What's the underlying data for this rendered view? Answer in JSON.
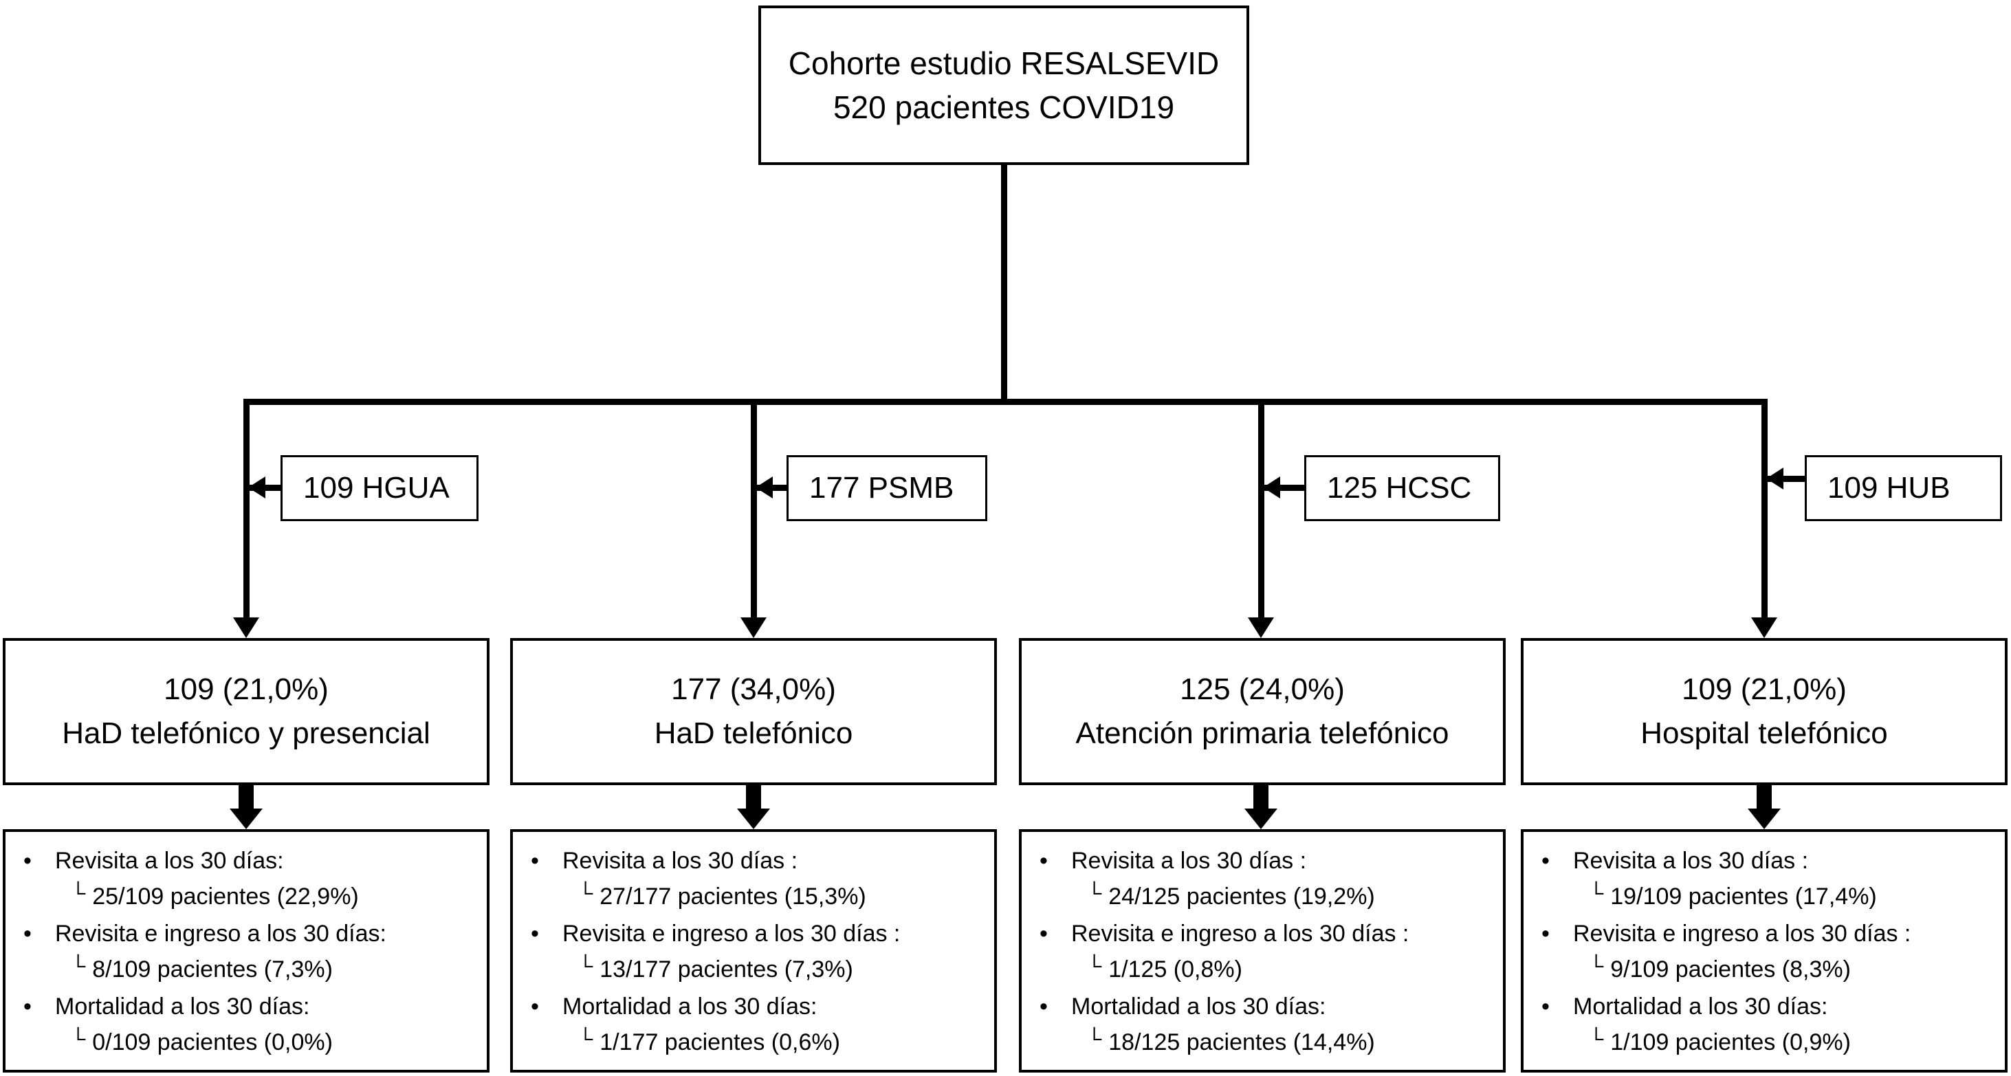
{
  "title_box": {
    "line1": "Cohorte estudio RESALSEVID",
    "line2": "520 pacientes COVID19"
  },
  "glyphs": {
    "bullet": "•",
    "sub_marker": "└"
  },
  "branches": [
    {
      "site_label": "109 HGUA",
      "allocation": {
        "count": "109 (21,0%)",
        "name": "HaD telefónico y presencial"
      },
      "outcomes": [
        {
          "label": "Revisita a los 30 días:",
          "value": "25/109 pacientes (22,9%)"
        },
        {
          "label": "Revisita e ingreso a los 30 días:",
          "value": "8/109 pacientes (7,3%)"
        },
        {
          "label": "Mortalidad a los 30 días:",
          "value": "0/109 pacientes (0,0%)"
        }
      ]
    },
    {
      "site_label": "177 PSMB",
      "allocation": {
        "count": "177 (34,0%)",
        "name": "HaD telefónico"
      },
      "outcomes": [
        {
          "label": "Revisita a los 30 días :",
          "value": "27/177 pacientes (15,3%)"
        },
        {
          "label": "Revisita e ingreso a los 30 días :",
          "value": "13/177 pacientes (7,3%)"
        },
        {
          "label": "Mortalidad a los 30 días:",
          "value": "1/177 pacientes (0,6%)"
        }
      ]
    },
    {
      "site_label": "125 HCSC",
      "allocation": {
        "count": "125 (24,0%)",
        "name": "Atención primaria telefónico"
      },
      "outcomes": [
        {
          "label": "Revisita a los 30 días :",
          "value": "24/125 pacientes (19,2%)"
        },
        {
          "label": "Revisita e ingreso a los 30 días :",
          "value": "1/125 (0,8%)"
        },
        {
          "label": "Mortalidad a los 30 días:",
          "value": "18/125 pacientes (14,4%)"
        }
      ]
    },
    {
      "site_label": "109 HUB",
      "allocation": {
        "count": "109 (21,0%)",
        "name": "Hospital telefónico"
      },
      "outcomes": [
        {
          "label": "Revisita a los 30 días :",
          "value": "19/109 pacientes (17,4%)"
        },
        {
          "label": "Revisita e ingreso a los 30 días :",
          "value": "9/109 pacientes (8,3%)"
        },
        {
          "label": "Mortalidad a los 30 días:",
          "value": "1/109 pacientes (0,9%)"
        }
      ]
    }
  ]
}
